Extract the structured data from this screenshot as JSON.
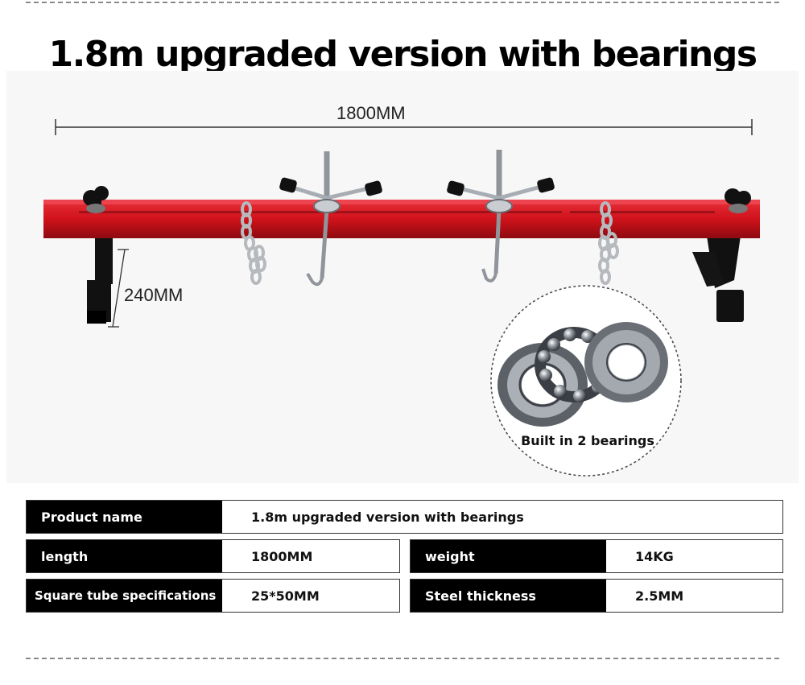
{
  "title": "1.8m upgraded version with bearings",
  "dimensions": {
    "length_label": "1800MM",
    "height_label": "240MM"
  },
  "bearing_callout": "Built in 2 bearings",
  "colors": {
    "bar_red": "#d0121b",
    "black_parts": "#111111",
    "steel": "#9aa0a6"
  },
  "specs": {
    "product_name": {
      "key": "Product name",
      "value": "1.8m upgraded version with bearings"
    },
    "length": {
      "key": "length",
      "value": "1800MM"
    },
    "weight": {
      "key": "weight",
      "value": "14KG"
    },
    "square_tube": {
      "key": "Square tube specifications",
      "value": "25*50MM"
    },
    "steel_thickness": {
      "key": "Steel thickness",
      "value": "2.5MM"
    }
  }
}
